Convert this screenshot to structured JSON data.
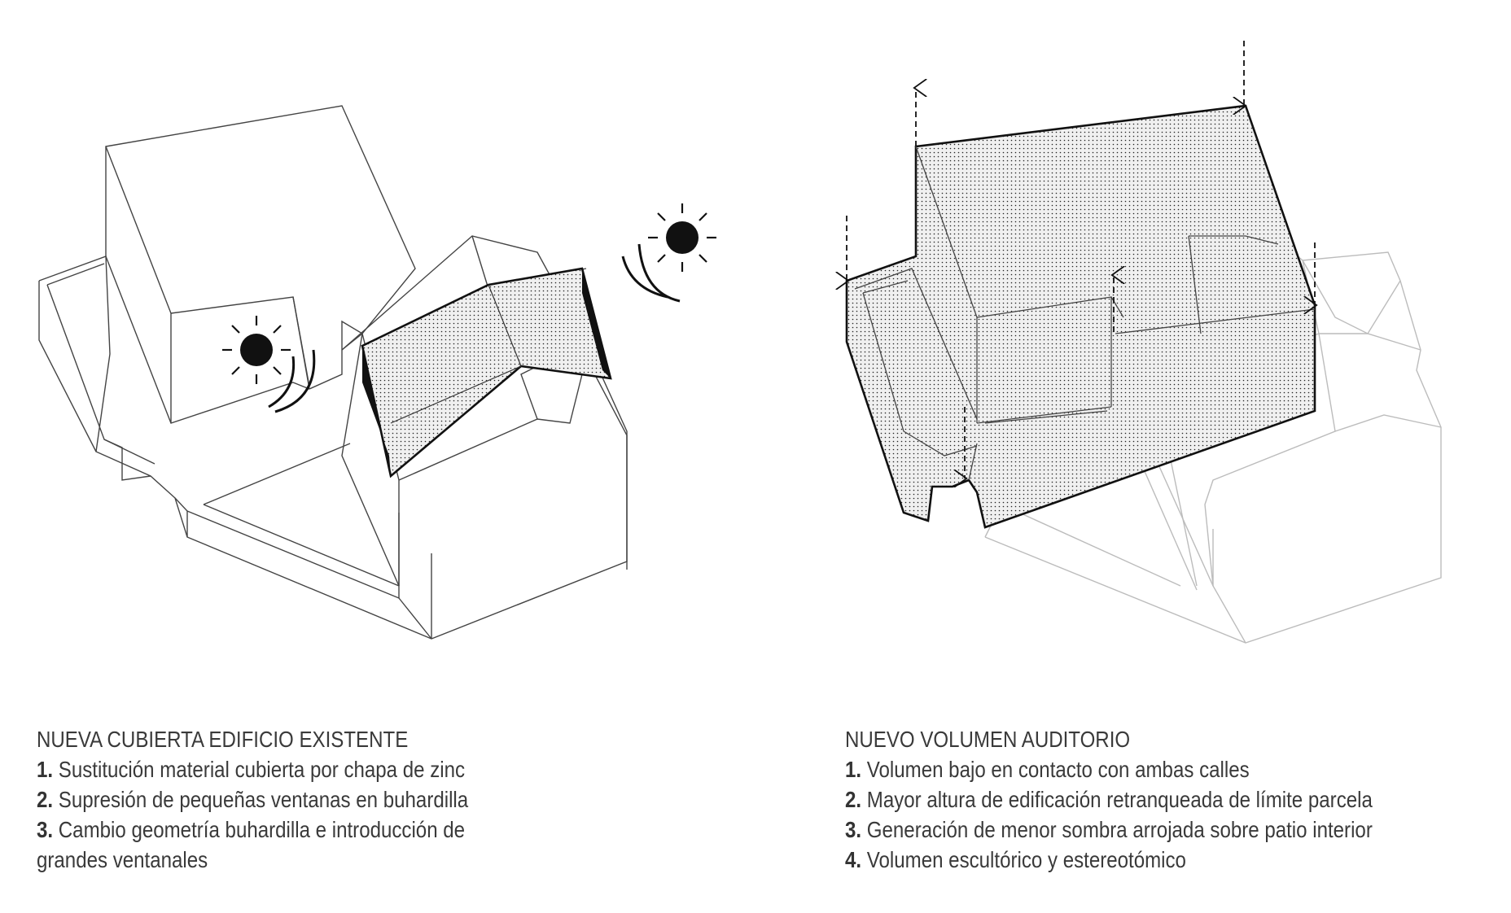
{
  "left": {
    "title": "NUEVA CUBIERTA EDIFICIO EXISTENTE",
    "items": [
      {
        "num": "1.",
        "text": "Sustitución material cubierta por chapa de zinc"
      },
      {
        "num": "2.",
        "text": "Supresión de pequeñas ventanas en buhardilla"
      },
      {
        "num": "3.",
        "text": "Cambio geometría buhardilla e introducción de"
      }
    ],
    "continuation": "grandes ventanales",
    "icons": [
      "sun-icon",
      "sun-icon"
    ]
  },
  "right": {
    "title": "NUEVO VOLUMEN AUDITORIO",
    "items": [
      {
        "num": "1.",
        "text": "Volumen bajo en contacto con ambas calles"
      },
      {
        "num": "2.",
        "text": "Mayor altura de edificación retranqueada de límite parcela"
      },
      {
        "num": "3.",
        "text": "Generación de menor sombra arrojada sobre patio interior"
      },
      {
        "num": "4.",
        "text": "Volumen escultórico y estereotómico"
      }
    ],
    "icons": [
      "arrow-up-icon",
      "arrow-down-icon"
    ]
  },
  "colors": {
    "line": "#111111",
    "fill": "#cfcfcf",
    "text": "#3a3a3a",
    "ghost": "#bcbcbc"
  }
}
